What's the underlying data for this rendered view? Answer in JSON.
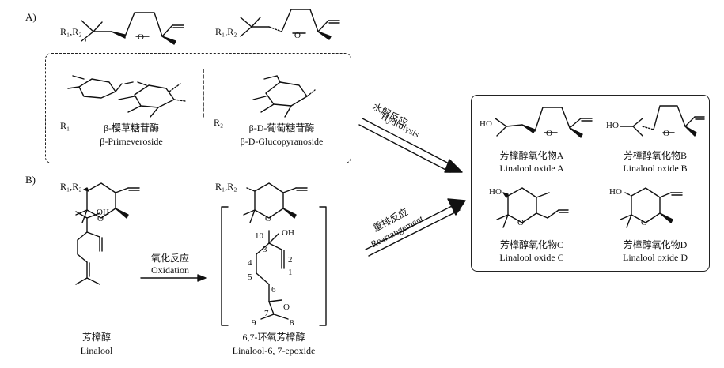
{
  "section_a": {
    "label": "A)",
    "r_group": "R₁,R₂",
    "r1": "R₁",
    "r2": "R₂",
    "sugar1_zh": "β-樱草糖苷酶",
    "sugar1_en": "β-Primeveroside",
    "sugar2_zh": "β-D-葡萄糖苷酶",
    "sugar2_en": "β-D-Glucopyranoside"
  },
  "section_b": {
    "label": "B)",
    "r_group": "R₁,R₂",
    "reactant_zh": "芳樟醇",
    "reactant_en": "Linalool",
    "oxidation_zh": "氧化反应",
    "oxidation_en": "Oxidation",
    "epoxide_zh": "6,7-环氧芳樟醇",
    "epoxide_en": "Linalool-6, 7-epoxide",
    "atom_numbers": [
      "10",
      "3",
      "2",
      "1",
      "4",
      "5",
      "6",
      "7",
      "8",
      "9"
    ]
  },
  "arrows": {
    "hydrolysis_zh": "水解反应",
    "hydrolysis_en": "Hydrolysis",
    "rearrangement_zh": "重排反应",
    "rearrangement_en": "Rearrangement"
  },
  "products": [
    {
      "zh": "芳樟醇氧化物A",
      "en": "Linalool oxide A"
    },
    {
      "zh": "芳樟醇氧化物B",
      "en": "Linalool oxide B"
    },
    {
      "zh": "芳樟醇氧化物C",
      "en": "Linalool oxide C"
    },
    {
      "zh": "芳樟醇氧化物D",
      "en": "Linalool oxide D"
    }
  ],
  "atoms": {
    "O": "O",
    "OH": "OH",
    "HO": "HO"
  }
}
